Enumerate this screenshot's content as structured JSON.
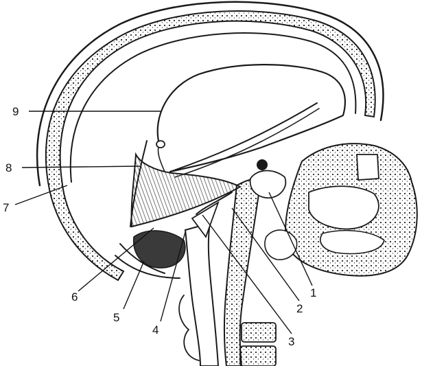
{
  "figure": {
    "labels": [
      {
        "id": "1",
        "text": "1"
      },
      {
        "id": "2",
        "text": "2"
      },
      {
        "id": "3",
        "text": "3"
      },
      {
        "id": "4",
        "text": "4"
      },
      {
        "id": "5",
        "text": "5"
      },
      {
        "id": "6",
        "text": "6"
      },
      {
        "id": "7",
        "text": "7"
      },
      {
        "id": "8",
        "text": "8"
      },
      {
        "id": "9",
        "text": "9"
      }
    ],
    "colors": {
      "ink": "#1a1a1a",
      "paper": "#ffffff",
      "shade": "#9a9a9a"
    }
  }
}
